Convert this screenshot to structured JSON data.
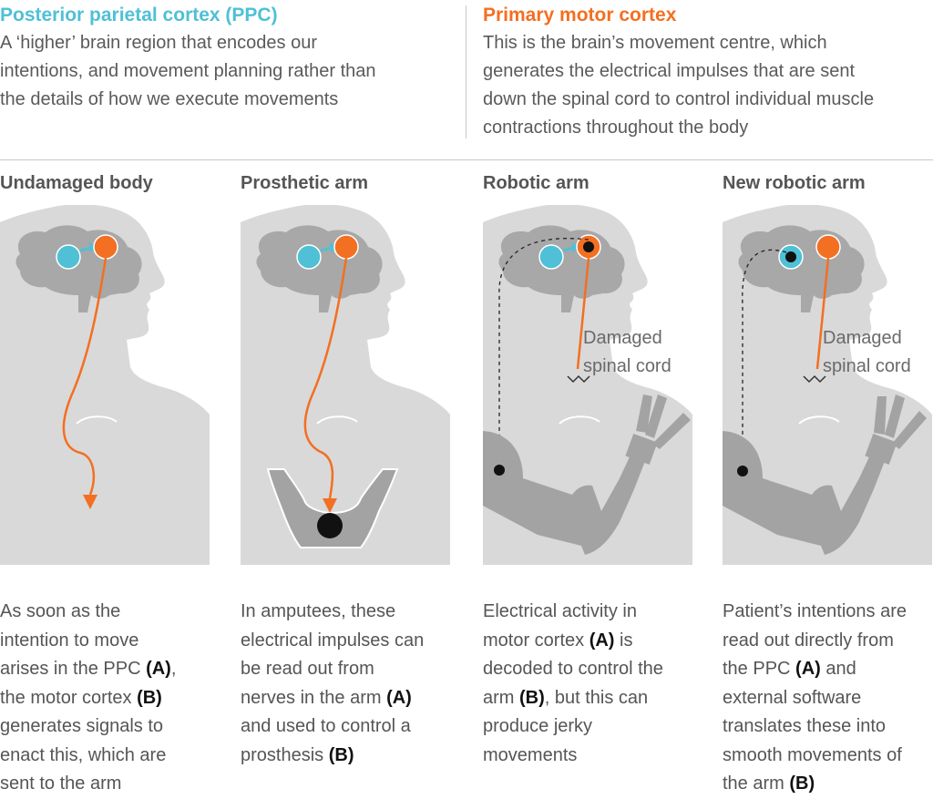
{
  "legend": {
    "ppc": {
      "title": "Posterior parietal cortex (PPC)",
      "lines": [
        "A ‘higher’ brain region that encodes our",
        "intentions, and movement planning rather than",
        "the details of how we execute movements"
      ],
      "color": "#4fc0d6"
    },
    "motor": {
      "title": "Primary motor cortex",
      "lines": [
        "This is the brain’s movement centre, which",
        "generates the electrical impulses that are sent",
        "down the spinal cord to control individual muscle",
        "contractions throughout the body"
      ],
      "color": "#f36f21"
    }
  },
  "panels": [
    {
      "title": "Undamaged body",
      "caption": [
        {
          "t": "As soon as the"
        },
        {
          "t": "intention to move"
        },
        {
          "t": "arises in the PPC ",
          "b": "(A)",
          "a": ","
        },
        {
          "t": "the motor cortex ",
          "b": "(B)"
        },
        {
          "t": "generates signals to"
        },
        {
          "t": "enact this, which are"
        },
        {
          "t": "sent to the arm"
        }
      ]
    },
    {
      "title": "Prosthetic arm",
      "caption": [
        {
          "t": "In amputees, these"
        },
        {
          "t": "electrical impulses can"
        },
        {
          "t": "be read out from"
        },
        {
          "t": "nerves in the arm ",
          "b": "(A)"
        },
        {
          "t": "and used to control a"
        },
        {
          "t": "prosthesis ",
          "b": "(B)"
        }
      ]
    },
    {
      "title": "Robotic arm",
      "annotation": [
        "Damaged",
        "spinal cord"
      ],
      "caption": [
        {
          "t": "Electrical activity in"
        },
        {
          "t": "motor cortex ",
          "b": "(A)",
          "a": " is"
        },
        {
          "t": "decoded to control the"
        },
        {
          "t": "arm ",
          "b": "(B)",
          "a": ", but this can"
        },
        {
          "t": "produce jerky"
        },
        {
          "t": "movements"
        }
      ]
    },
    {
      "title": "New robotic arm",
      "annotation": [
        "Damaged",
        "spinal cord"
      ],
      "caption": [
        {
          "t": "Patient’s intentions are"
        },
        {
          "t": "read out directly from"
        },
        {
          "t": "the PPC ",
          "b": "(A)",
          "a": " and"
        },
        {
          "t": "external software"
        },
        {
          "t": "translates these into"
        },
        {
          "t": "smooth movements of"
        },
        {
          "t": "the arm ",
          "b": "(B)"
        }
      ]
    }
  ],
  "colors": {
    "body": "#d9d9d9",
    "brain": "#a8a8a8",
    "machine": "#a3a3a3",
    "ppc": "#4fc0d6",
    "motor": "#f36f21",
    "readout": "#111111"
  }
}
